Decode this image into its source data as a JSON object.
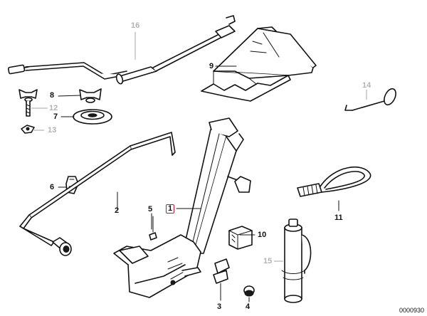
{
  "callouts": [
    {
      "id": "1",
      "label": "1",
      "highlighted": true
    },
    {
      "id": "2",
      "label": "2"
    },
    {
      "id": "3",
      "label": "3"
    },
    {
      "id": "4",
      "label": "4"
    },
    {
      "id": "5",
      "label": "5"
    },
    {
      "id": "6",
      "label": "6"
    },
    {
      "id": "7",
      "label": "7"
    },
    {
      "id": "8",
      "label": "8"
    },
    {
      "id": "9",
      "label": "9"
    },
    {
      "id": "10",
      "label": "10"
    },
    {
      "id": "11",
      "label": "11"
    },
    {
      "id": "12",
      "label": "12",
      "muted": true
    },
    {
      "id": "13",
      "label": "13",
      "muted": true
    },
    {
      "id": "14",
      "label": "14",
      "muted": true
    },
    {
      "id": "15",
      "label": "15",
      "muted": true
    },
    {
      "id": "16",
      "label": "16",
      "muted": true
    }
  ],
  "diagram_ref": "0000930",
  "colors": {
    "line": "#111111",
    "muted": "#b3b3b3",
    "highlight": "#d0152a",
    "background": "#ffffff"
  }
}
